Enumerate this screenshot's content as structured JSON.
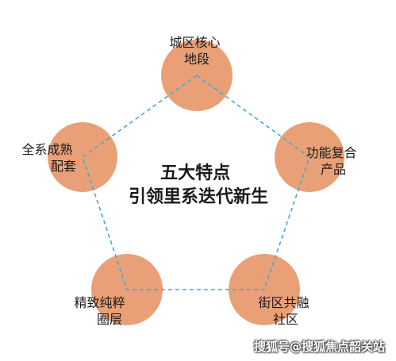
{
  "colors": {
    "node_fill": "#E9A077",
    "edge_stroke": "#3AA4D8",
    "text": "#1A1A1A"
  },
  "center": {
    "line1": "五大特点",
    "line2": "引领里系迭代新生"
  },
  "nodes": [
    {
      "line1": "城区核心",
      "line2": "地段"
    },
    {
      "line1": "功能复合",
      "line2": "产品"
    },
    {
      "line1": "街区共融",
      "line2": "社区"
    },
    {
      "line1": "精致纯粹",
      "line2": "圈层"
    },
    {
      "line1": "全系成熟",
      "line2": "配套"
    }
  ],
  "watermark": "搜狐号@搜狐焦点韶关站"
}
